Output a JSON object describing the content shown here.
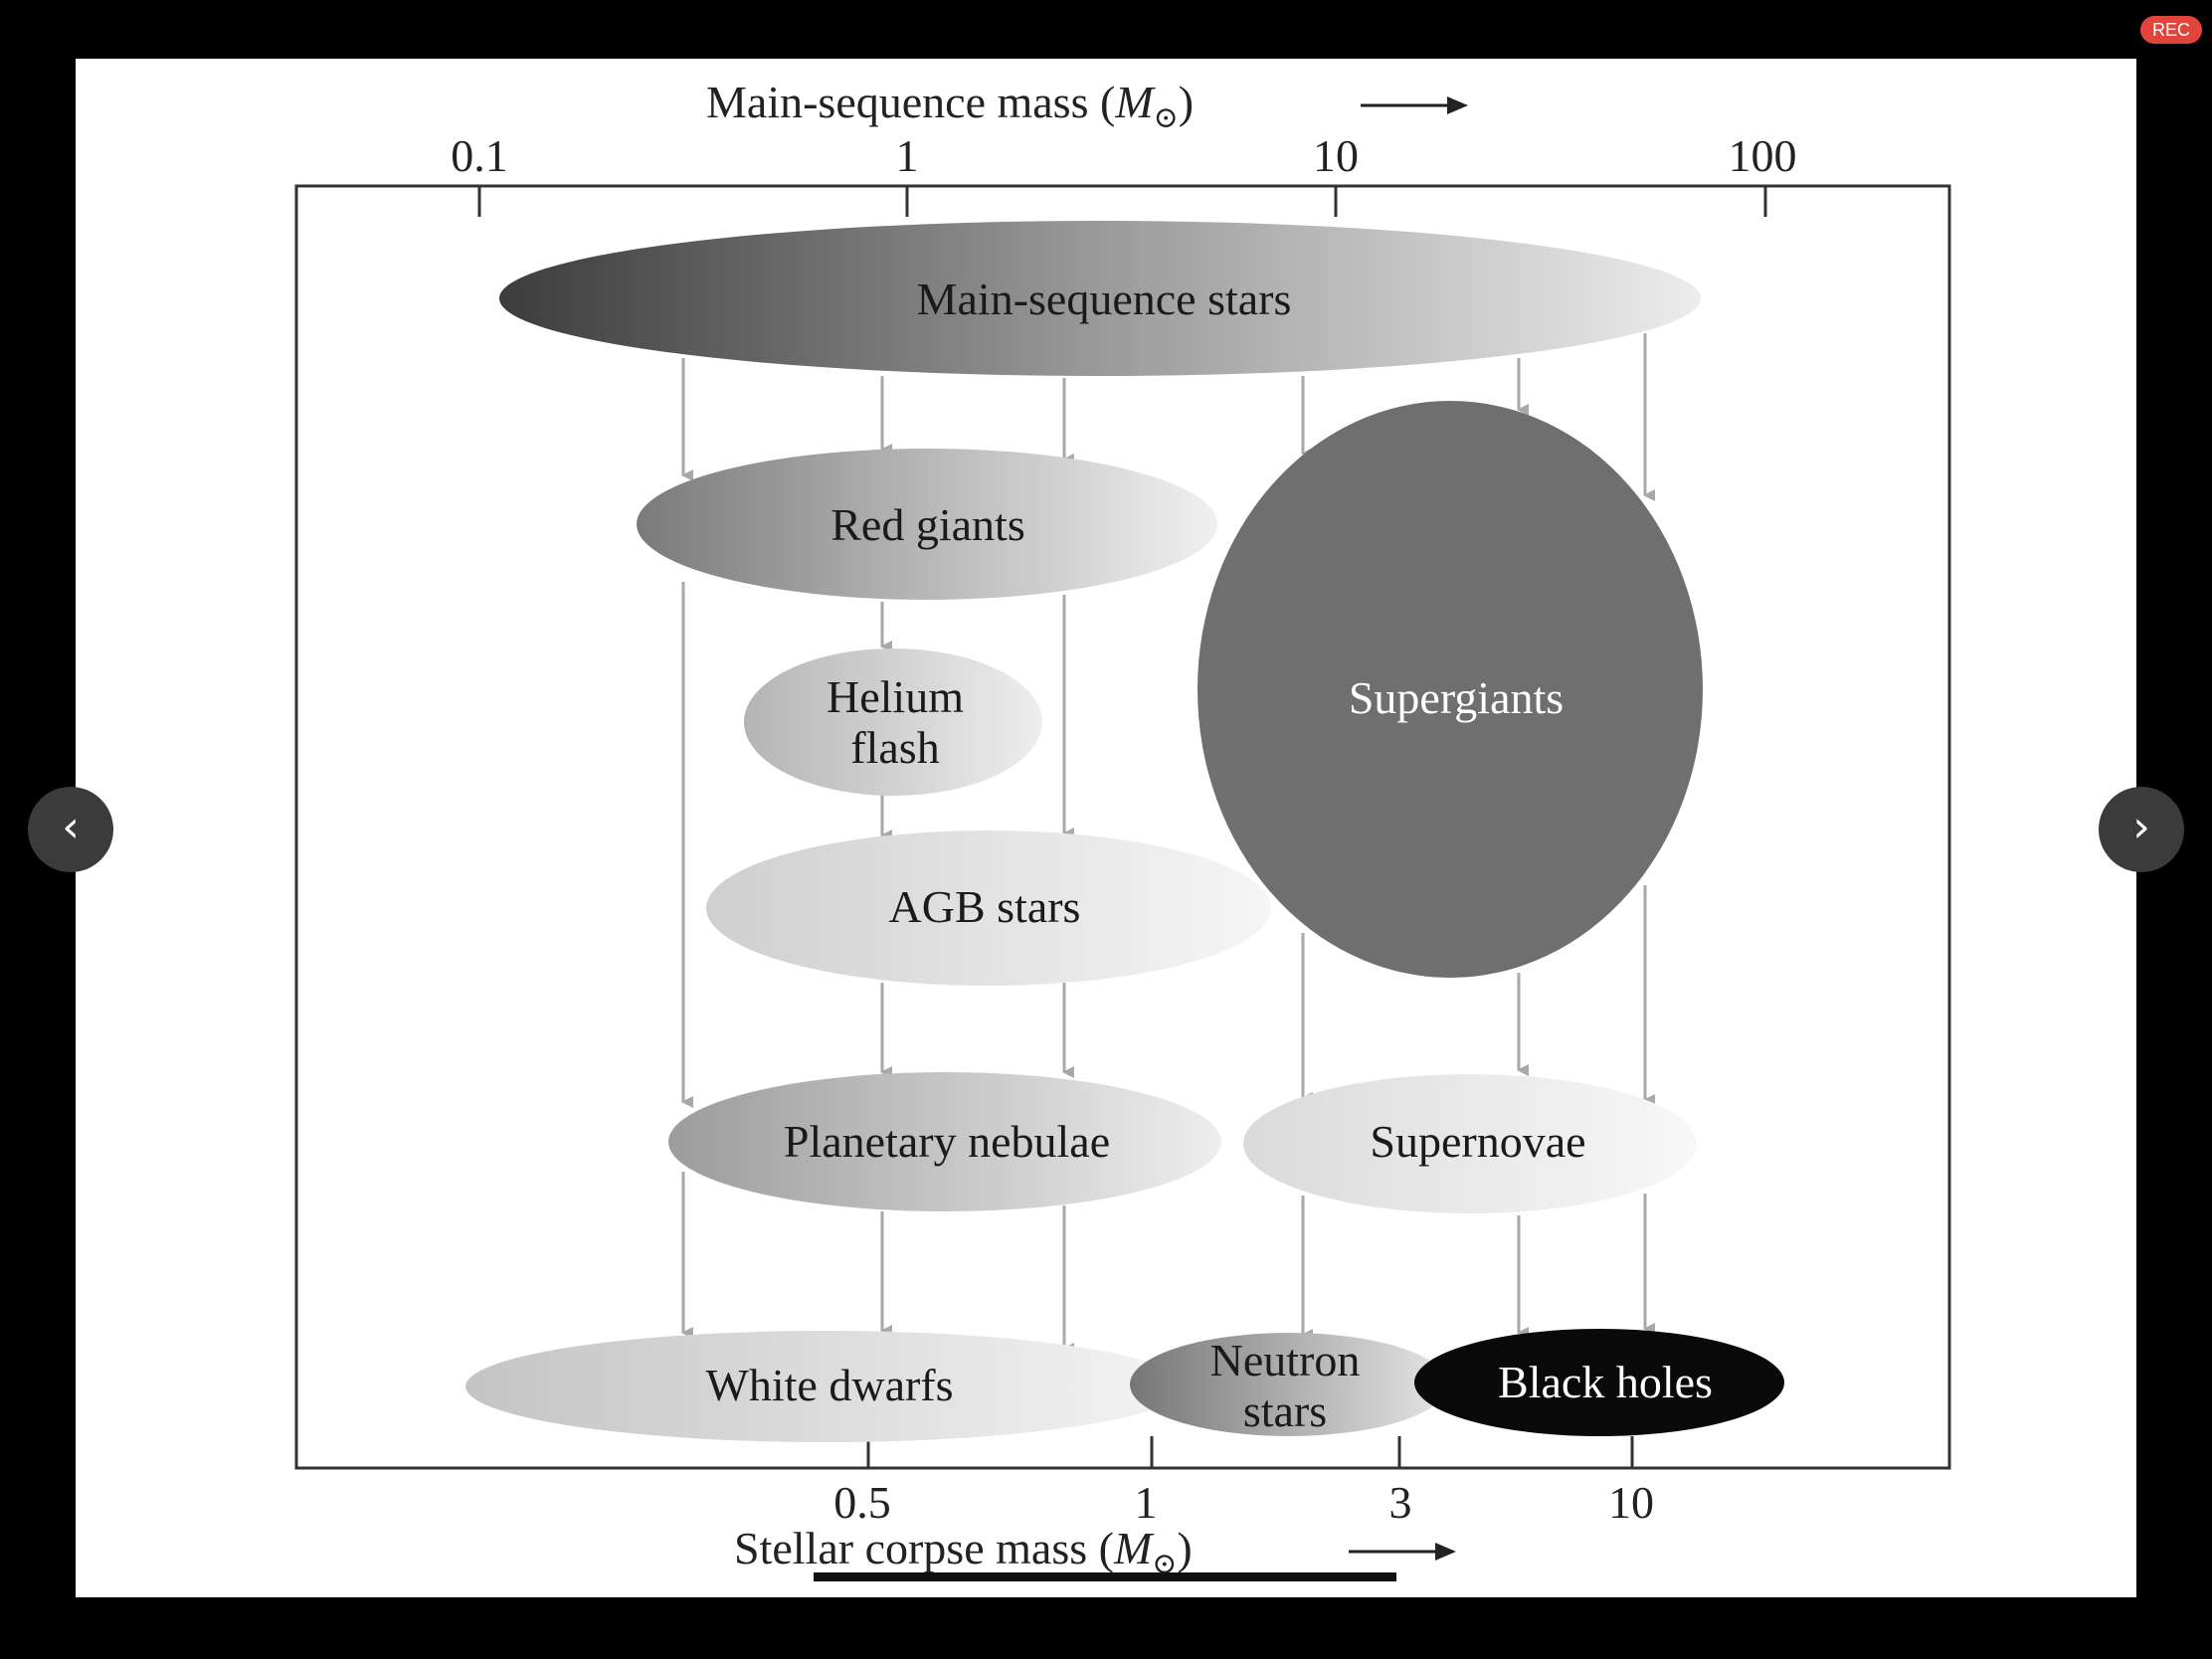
{
  "ui": {
    "rec_label": "REC",
    "prev_icon": "chevron-left-icon",
    "next_icon": "chevron-right-icon",
    "prev_glyph": "‹",
    "next_glyph": "›"
  },
  "diagram": {
    "top_axis": {
      "title_main": "Main-sequence mass (",
      "title_var": "M",
      "title_sub": "⊙",
      "title_close": ")",
      "ticks": [
        "0.1",
        "1",
        "10",
        "100"
      ]
    },
    "bottom_axis": {
      "title_main": "Stellar corpse mass (",
      "title_var": "M",
      "title_sub": "⊙",
      "title_close": ")",
      "ticks": [
        "0.5",
        "1",
        "3",
        "10"
      ]
    },
    "nodes": {
      "main_sequence": "Main-sequence stars",
      "red_giants": "Red giants",
      "helium_flash_1": "Helium",
      "helium_flash_2": "flash",
      "agb": "AGB stars",
      "supergiants": "Supergiants",
      "planetary_nebulae": "Planetary nebulae",
      "supernovae": "Supernovae",
      "white_dwarfs": "White dwarfs",
      "neutron_stars_1": "Neutron",
      "neutron_stars_2": "stars",
      "black_holes": "Black holes"
    },
    "colors": {
      "frame": "#333333",
      "arrow": "#a8a8a8",
      "supergiants": "#6f6f6f",
      "black_holes": "#0a0a0a"
    }
  }
}
